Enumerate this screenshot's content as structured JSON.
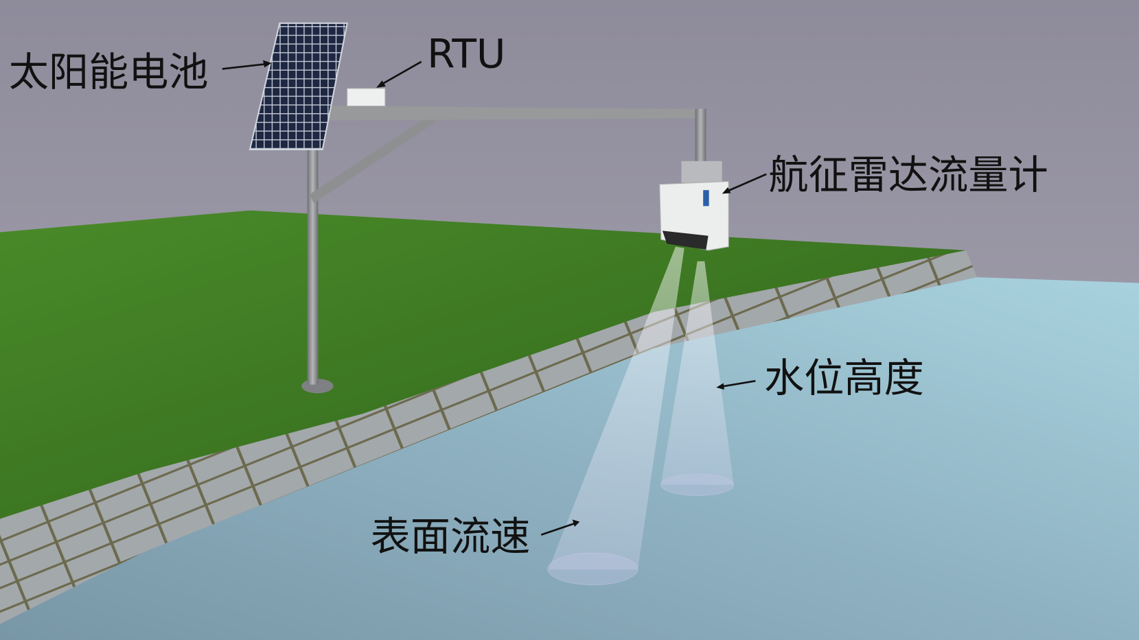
{
  "labels": {
    "solar_panel": "太阳能电池",
    "rtu": "RTU",
    "radar_flowmeter": "航征雷达流量计",
    "water_level": "水位高度",
    "surface_velocity": "表面流速"
  },
  "colors": {
    "sky": "#9390a0",
    "grass": "#3f7a22",
    "stone_wall": "#9ea4a8",
    "water": "#8fb4c4",
    "pole": "#8a8c8e",
    "solar_panel": "#1e2842"
  }
}
